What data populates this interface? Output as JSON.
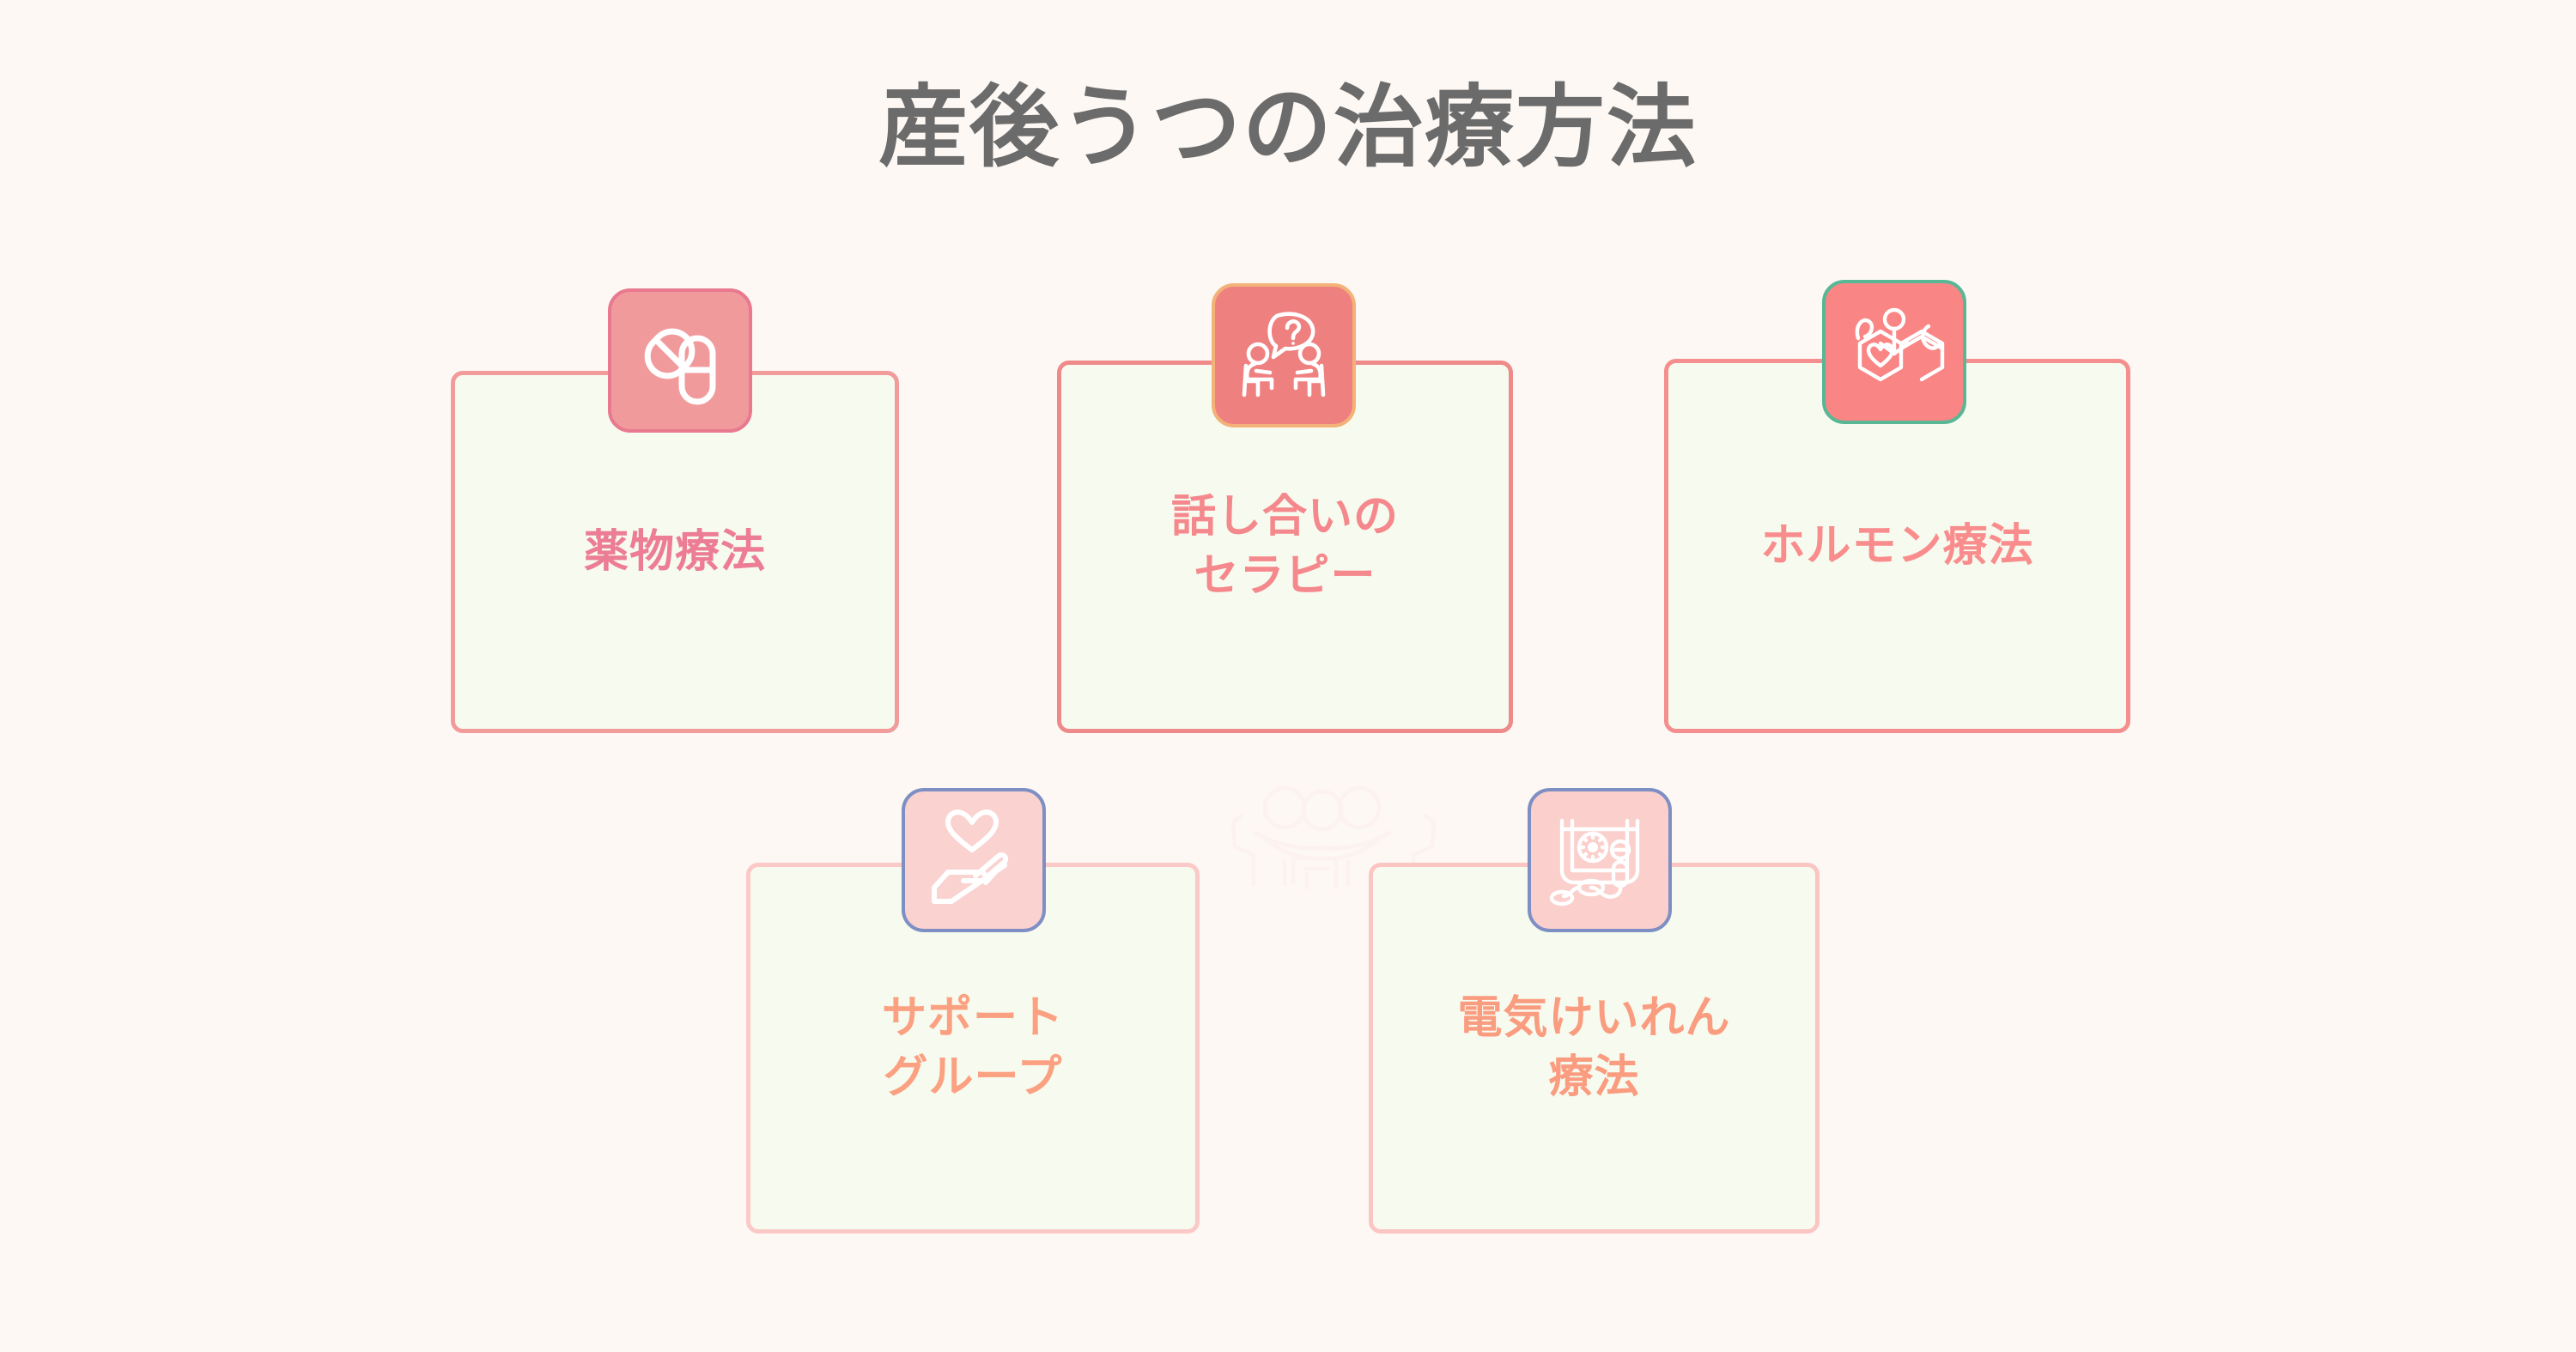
{
  "page": {
    "title": "産後うつの治療方法",
    "background_color": "#fdf8f4",
    "title_color": "#6b6b6b"
  },
  "watermark": {
    "icon": "group-of-people-icon",
    "color": "#fdf3ee"
  },
  "cards": [
    {
      "id": "card-1",
      "label": "薬物療法",
      "icon": "pills-capsules-icon",
      "text_color": "#ec7d94",
      "card_fill": "#f7fbef",
      "card_border_color": "#f19b9b",
      "badge_fill": "#f19a9c",
      "badge_border_color": "#e8798f"
    },
    {
      "id": "card-2",
      "label": "話し合いの\nセラピー",
      "icon": "two-people-talking-icon",
      "text_color": "#f5888c",
      "card_fill": "#f7fbef",
      "card_border_color": "#ef8a8a",
      "badge_fill": "#ef8080",
      "badge_border_color": "#f3b277"
    },
    {
      "id": "card-3",
      "label": "ホルモン療法",
      "icon": "hormone-molecule-heart-icon",
      "text_color": "#f98d8d",
      "card_fill": "#f7fbef",
      "card_border_color": "#f58e8e",
      "badge_fill": "#fa8585",
      "badge_border_color": "#58b795"
    },
    {
      "id": "card-4",
      "label": "サポート\nグループ",
      "icon": "heart-in-hand-icon",
      "text_color": "#fba182",
      "card_fill": "#f7fbef",
      "card_border_color": "#fbc9c7",
      "badge_fill": "#fad2d0",
      "badge_border_color": "#7e8fc4"
    },
    {
      "id": "card-5",
      "label": "電気けいれん\n療法",
      "icon": "ect-device-icon",
      "text_color": "#fa9c80",
      "card_fill": "#f7fbef",
      "card_border_color": "#fbc5c2",
      "badge_fill": "#fbcfcc",
      "badge_border_color": "#7e8fc4"
    }
  ]
}
